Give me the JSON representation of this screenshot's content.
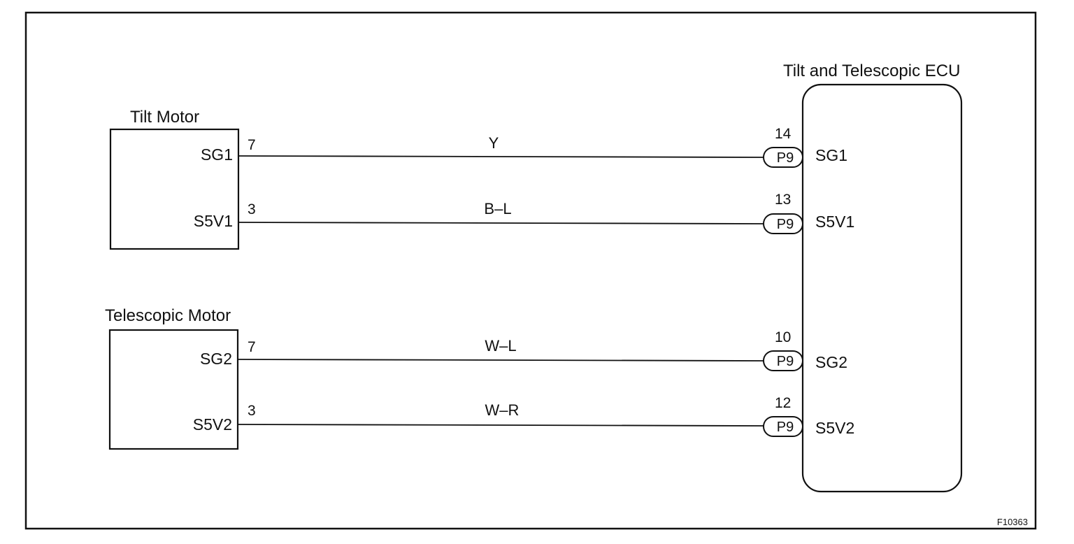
{
  "components": {
    "tilt_motor": {
      "title": "Tilt Motor",
      "pins": [
        {
          "name": "SG1",
          "number": "7"
        },
        {
          "name": "S5V1",
          "number": "3"
        }
      ]
    },
    "telescopic_motor": {
      "title": "Telescopic Motor",
      "pins": [
        {
          "name": "SG2",
          "number": "7"
        },
        {
          "name": "S5V2",
          "number": "3"
        }
      ]
    },
    "ecu": {
      "title": "Tilt and Telescopic ECU",
      "pins": [
        {
          "name": "SG1",
          "number": "14",
          "connector": "P9"
        },
        {
          "name": "S5V1",
          "number": "13",
          "connector": "P9"
        },
        {
          "name": "SG2",
          "number": "10",
          "connector": "P9"
        },
        {
          "name": "S5V2",
          "number": "12",
          "connector": "P9"
        }
      ]
    }
  },
  "wires": [
    {
      "color_code": "Y",
      "from": "Tilt Motor SG1",
      "to": "ECU SG1"
    },
    {
      "color_code": "B–L",
      "from": "Tilt Motor S5V1",
      "to": "ECU S5V1"
    },
    {
      "color_code": "W–L",
      "from": "Telescopic Motor SG2",
      "to": "ECU SG2"
    },
    {
      "color_code": "W–R",
      "from": "Telescopic Motor S5V2",
      "to": "ECU S5V2"
    }
  ],
  "figure_code": "F10363"
}
